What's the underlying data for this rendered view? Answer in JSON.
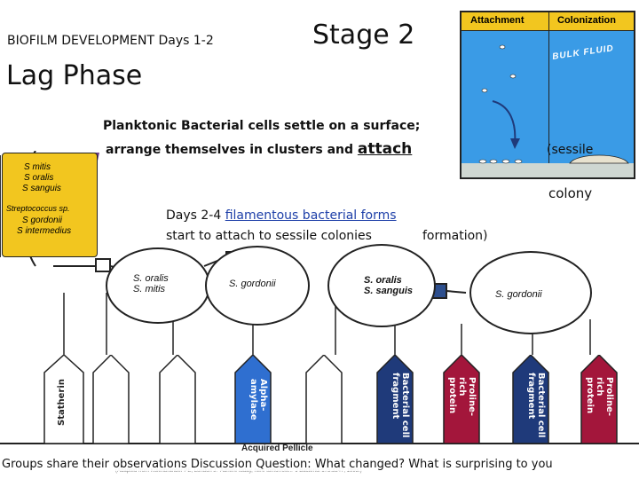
{
  "slide": {
    "title_small": "BIOFILM DEVELOPMENT Days 1-2",
    "title_stage": "Stage 2",
    "title_phase": "Lag Phase",
    "line1": "Planktonic Bacterial cells settle on a surface;",
    "line2_prefix": "arrange themselves in clusters and",
    "line2_attach": "attach",
    "sessile": "(sessile",
    "colony": "colony",
    "days_prefix": "Days 2-4",
    "days_link": "filamentous bacterial forms",
    "days_line2": "start to attach to sessile colonies",
    "formation": "formation)",
    "footer": "Groups share their observations Discussion Question:  What changed? What is surprising to you"
  },
  "inset": {
    "header_left": "Attachment",
    "header_right": "Colonization",
    "bulk_fluid": "BULK FLUID",
    "colors": {
      "fluid": "#3a9be6",
      "header": "#f2c61f",
      "surface": "#cfd7d2"
    }
  },
  "legend_box": {
    "items": [
      "S mitis",
      "S oralis",
      "S sanguis",
      "Streptococcus sp.",
      "S gordonii",
      "S intermedius"
    ],
    "color": "#f2c61f"
  },
  "diagram": {
    "cells": [
      {
        "lines": [
          "S. oralis",
          "S. mitis"
        ]
      },
      {
        "lines": [
          "S. gordonii"
        ]
      },
      {
        "lines": [
          "S. oralis",
          "S. sanguis"
        ]
      },
      {
        "lines": [
          "S. gordonii"
        ]
      }
    ],
    "receptors": [
      {
        "label": "Statherin",
        "color": "#ffffff"
      },
      {
        "label": "",
        "color": "#ffffff"
      },
      {
        "label": "Alpha-amylase",
        "color": "#2f6fd0"
      },
      {
        "label": "",
        "color": "#ffffff"
      },
      {
        "label": "Bacterial cell fragment",
        "color": "#1f3a7a"
      },
      {
        "label": "Proline-rich protein",
        "color": "#a3163b"
      },
      {
        "label": "",
        "color": "#ffffff"
      },
      {
        "label": "Bacterial cell fragment",
        "color": "#1f3a7a"
      },
      {
        "label": "Proline-rich protein",
        "color": "#a3163b"
      },
      {
        "label": "",
        "color": "#ffffff"
      }
    ],
    "pellicle_label": "Acquired Pellicle",
    "citation": "(Adapted from Kolenbrander PE, London J: 'Adhere today, here tomorrow...' J Bacteriol 175:3247, 1993.)"
  }
}
